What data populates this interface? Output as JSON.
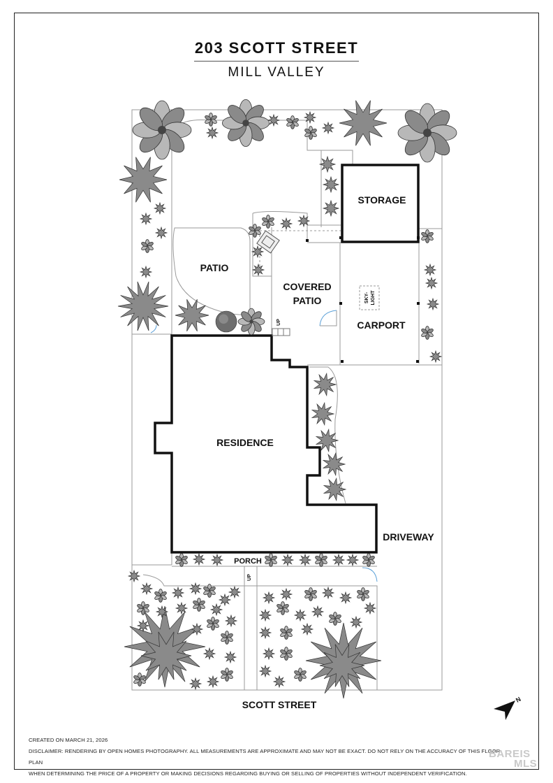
{
  "header": {
    "title": "203 SCOTT STREET",
    "subtitle": "MILL VALLEY"
  },
  "plan": {
    "labels": {
      "storage": "STORAGE",
      "patio": "PATIO",
      "covered_patio_line1": "COVERED",
      "covered_patio_line2": "PATIO",
      "skylight_line1": "SKY-",
      "skylight_line2": "LIGHT",
      "carport": "CARPORT",
      "residence": "RESIDENCE",
      "driveway": "DRIVEWAY",
      "porch": "PORCH",
      "up_patio": "UP",
      "up_porch": "UP",
      "street": "SCOTT STREET"
    },
    "north_arrow": {
      "icon": "north-arrow-icon",
      "letter": "N"
    },
    "colors": {
      "wall": "#111111",
      "plant_dark": "#6e6e6e",
      "plant_mid": "#8a8a8a",
      "plant_light": "#b8b8b8",
      "boundary": "#9a9a9a",
      "door_swing": "#5aa0d8"
    }
  },
  "footer": {
    "created": "CREATED ON MARCH 21, 2026",
    "disclaimer_line1": "DISCLAIMER: RENDERING BY OPEN HOMES PHOTOGRAPHY. ALL MEASUREMENTS ARE APPROXIMATE AND MAY NOT BE EXACT. DO NOT RELY ON THE ACCURACY OF THIS FLOOR PLAN",
    "disclaimer_line2": "WHEN DETERMINING THE PRICE OF A PROPERTY OR MAKING DECISIONS REGARDING BUYING OR SELLING OF PROPERTIES WITHOUT INDEPENDENT VERIFICATION.",
    "watermark_line1": "BAREIS",
    "watermark_line2": "MLS"
  }
}
